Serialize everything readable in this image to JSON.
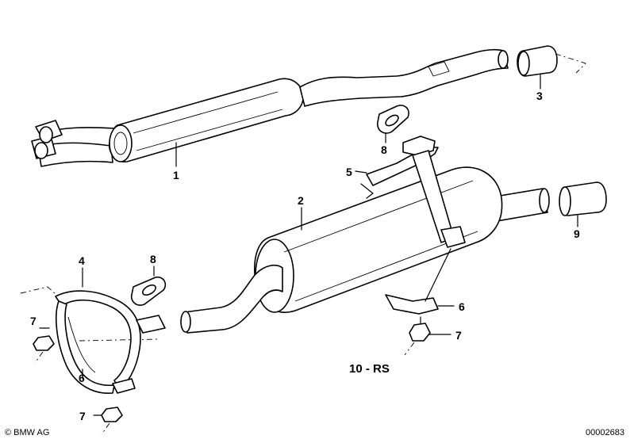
{
  "diagram": {
    "labels": {
      "part_1": "1",
      "part_2": "2",
      "part_3": "3",
      "part_4": "4",
      "part_5": "5",
      "part_6_right": "6",
      "part_6_left": "6",
      "part_7_left_top": "7",
      "part_7_left_bottom": "7",
      "part_7_right": "7",
      "part_8_top": "8",
      "part_8_left": "8",
      "part_9": "9"
    },
    "variant_label": "10 - RS"
  },
  "footer": {
    "copyright": "© BMW AG",
    "doc_number": "00002683"
  }
}
